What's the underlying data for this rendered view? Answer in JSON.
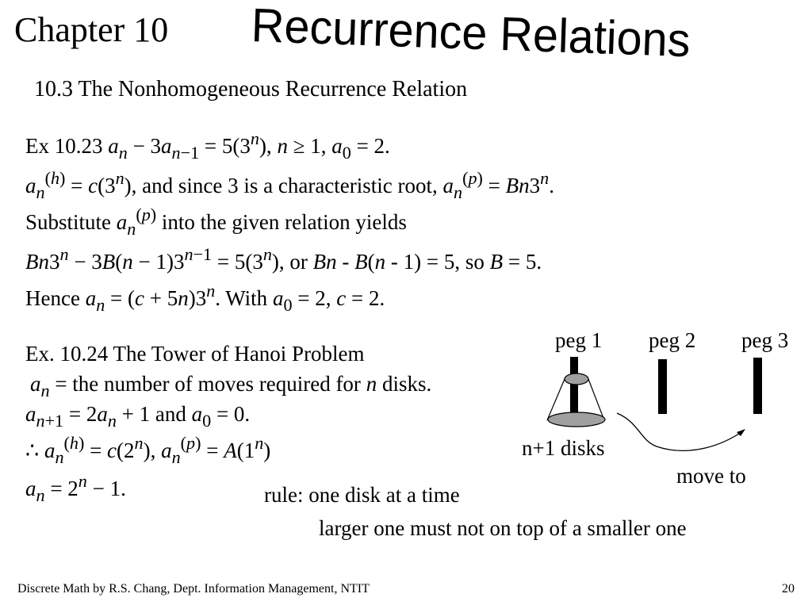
{
  "header": {
    "chapter": "Chapter 10",
    "title": "Recurrence Relations"
  },
  "section_title": "10.3 The Nonhomogeneous Recurrence Relation",
  "ex23": {
    "prefix": "Ex 10.23",
    "line2_mid": "and since 3 is a characteristic root,",
    "line3_prefix": "Substitute",
    "line3_suffix": "into the given relation yields",
    "line4_or": "or",
    "line4_so": "so",
    "line5_prefix": "Hence",
    "line5_with": "With"
  },
  "ex24": {
    "title": "Ex.  10.24 The Tower of Hanoi Problem",
    "def_text": "the number of moves required for",
    "def_n": "n",
    "def_end": "disks.",
    "and": "and"
  },
  "tower": {
    "peg1": "peg 1",
    "peg2": "peg 2",
    "peg3": "peg 3",
    "disks_label": "n+1 disks",
    "move_label": "move to",
    "disk_fill": "#a0a0a0",
    "peg_color": "#000000"
  },
  "rule": {
    "line1": "rule: one disk at a time",
    "line2": "larger one must not on top of a smaller one"
  },
  "footer": {
    "credit": "Discrete Math by R.S. Chang, Dept. Information Management, NTIT",
    "page_number": "20"
  }
}
